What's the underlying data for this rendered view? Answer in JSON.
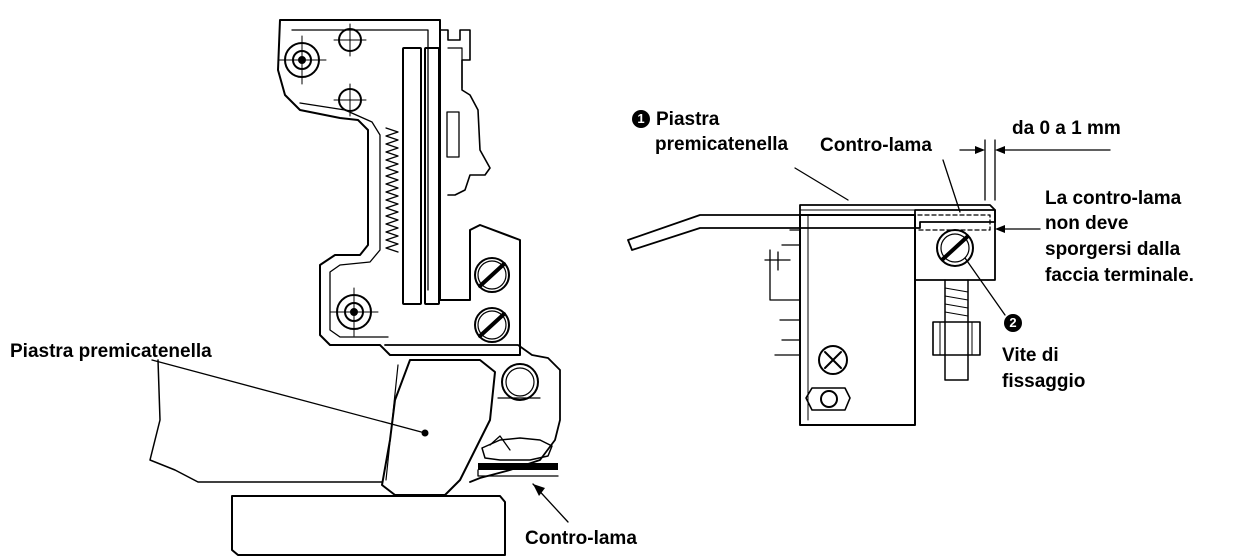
{
  "left_view": {
    "plate_label": "Piastra premicatenella",
    "blade_label": "Contro-lama"
  },
  "right_view": {
    "plate_number": "1",
    "plate_label_line1": "Piastra",
    "plate_label_line2": "premicatenella",
    "blade_label": "Contro-lama",
    "gap_label": "da 0 a 1 mm",
    "note_lines": [
      "La contro-lama",
      "non deve",
      "sporgersi dalla",
      "faccia terminale."
    ],
    "screw_number": "2",
    "screw_label_line1": "Vite di",
    "screw_label_line2": "fissaggio"
  }
}
